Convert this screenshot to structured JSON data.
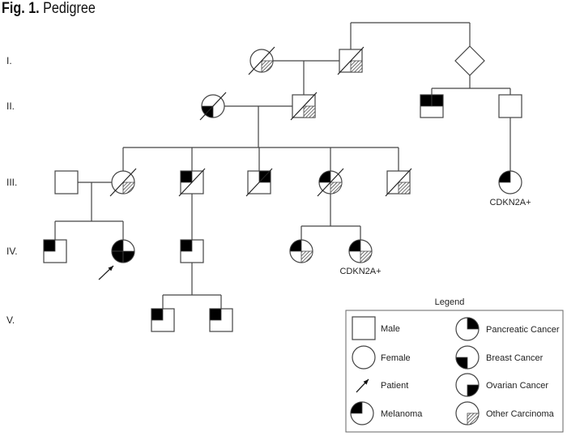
{
  "title": {
    "bold": "Fig. 1.",
    "rest": " Pedigree"
  },
  "generations": [
    "I.",
    "II.",
    "III.",
    "IV.",
    "V."
  ],
  "individuals": [
    {
      "id": "I-1",
      "sex": "female",
      "deceased": true,
      "conditions": [
        "other"
      ]
    },
    {
      "id": "I-2",
      "sex": "male",
      "deceased": true,
      "conditions": [
        "other"
      ]
    },
    {
      "id": "I-3",
      "sex": "unknown",
      "deceased": false,
      "conditions": []
    },
    {
      "id": "II-1",
      "sex": "female",
      "deceased": true,
      "conditions": [
        "breast"
      ]
    },
    {
      "id": "II-2",
      "sex": "male",
      "deceased": true,
      "conditions": [
        "other"
      ]
    },
    {
      "id": "II-3",
      "sex": "male",
      "deceased": false,
      "conditions": [
        "melanoma",
        "pancreatic"
      ]
    },
    {
      "id": "II-4",
      "sex": "male",
      "deceased": false,
      "conditions": []
    },
    {
      "id": "III-1",
      "sex": "male",
      "deceased": false,
      "conditions": []
    },
    {
      "id": "III-2",
      "sex": "female",
      "deceased": true,
      "conditions": [
        "other"
      ]
    },
    {
      "id": "III-3",
      "sex": "male",
      "deceased": true,
      "conditions": [
        "melanoma"
      ]
    },
    {
      "id": "III-4",
      "sex": "male",
      "deceased": true,
      "conditions": [
        "pancreatic"
      ]
    },
    {
      "id": "III-5",
      "sex": "female",
      "deceased": true,
      "conditions": [
        "melanoma",
        "other"
      ]
    },
    {
      "id": "III-6",
      "sex": "male",
      "deceased": true,
      "conditions": [
        "other"
      ]
    },
    {
      "id": "III-7",
      "sex": "female",
      "deceased": false,
      "conditions": [
        "melanoma"
      ],
      "note": "CDKN2A+"
    },
    {
      "id": "IV-1",
      "sex": "male",
      "deceased": false,
      "conditions": [
        "melanoma"
      ]
    },
    {
      "id": "IV-2",
      "sex": "female",
      "deceased": false,
      "conditions": [
        "melanoma",
        "breast",
        "ovarian"
      ],
      "patient": true
    },
    {
      "id": "IV-3",
      "sex": "male",
      "deceased": false,
      "conditions": [
        "melanoma"
      ]
    },
    {
      "id": "IV-4",
      "sex": "female",
      "deceased": false,
      "conditions": [
        "melanoma",
        "other"
      ]
    },
    {
      "id": "IV-5",
      "sex": "female",
      "deceased": false,
      "conditions": [
        "melanoma",
        "other"
      ],
      "note": "CDKN2A+"
    },
    {
      "id": "V-1",
      "sex": "male",
      "deceased": false,
      "conditions": [
        "melanoma"
      ]
    },
    {
      "id": "V-2",
      "sex": "male",
      "deceased": false,
      "conditions": [
        "melanoma"
      ]
    }
  ],
  "legend": {
    "title": "Legend",
    "items": [
      {
        "label": "Male",
        "symbol": "male"
      },
      {
        "label": "Female",
        "symbol": "female"
      },
      {
        "label": "Patient",
        "symbol": "arrow"
      },
      {
        "label": "Melanoma",
        "symbol": "melanoma"
      },
      {
        "label": "Pancreatic Cancer",
        "symbol": "pancreatic"
      },
      {
        "label": "Breast Cancer",
        "symbol": "breast"
      },
      {
        "label": "Ovarian Cancer",
        "symbol": "ovarian"
      },
      {
        "label": "Other Carcinoma",
        "symbol": "other"
      }
    ]
  }
}
